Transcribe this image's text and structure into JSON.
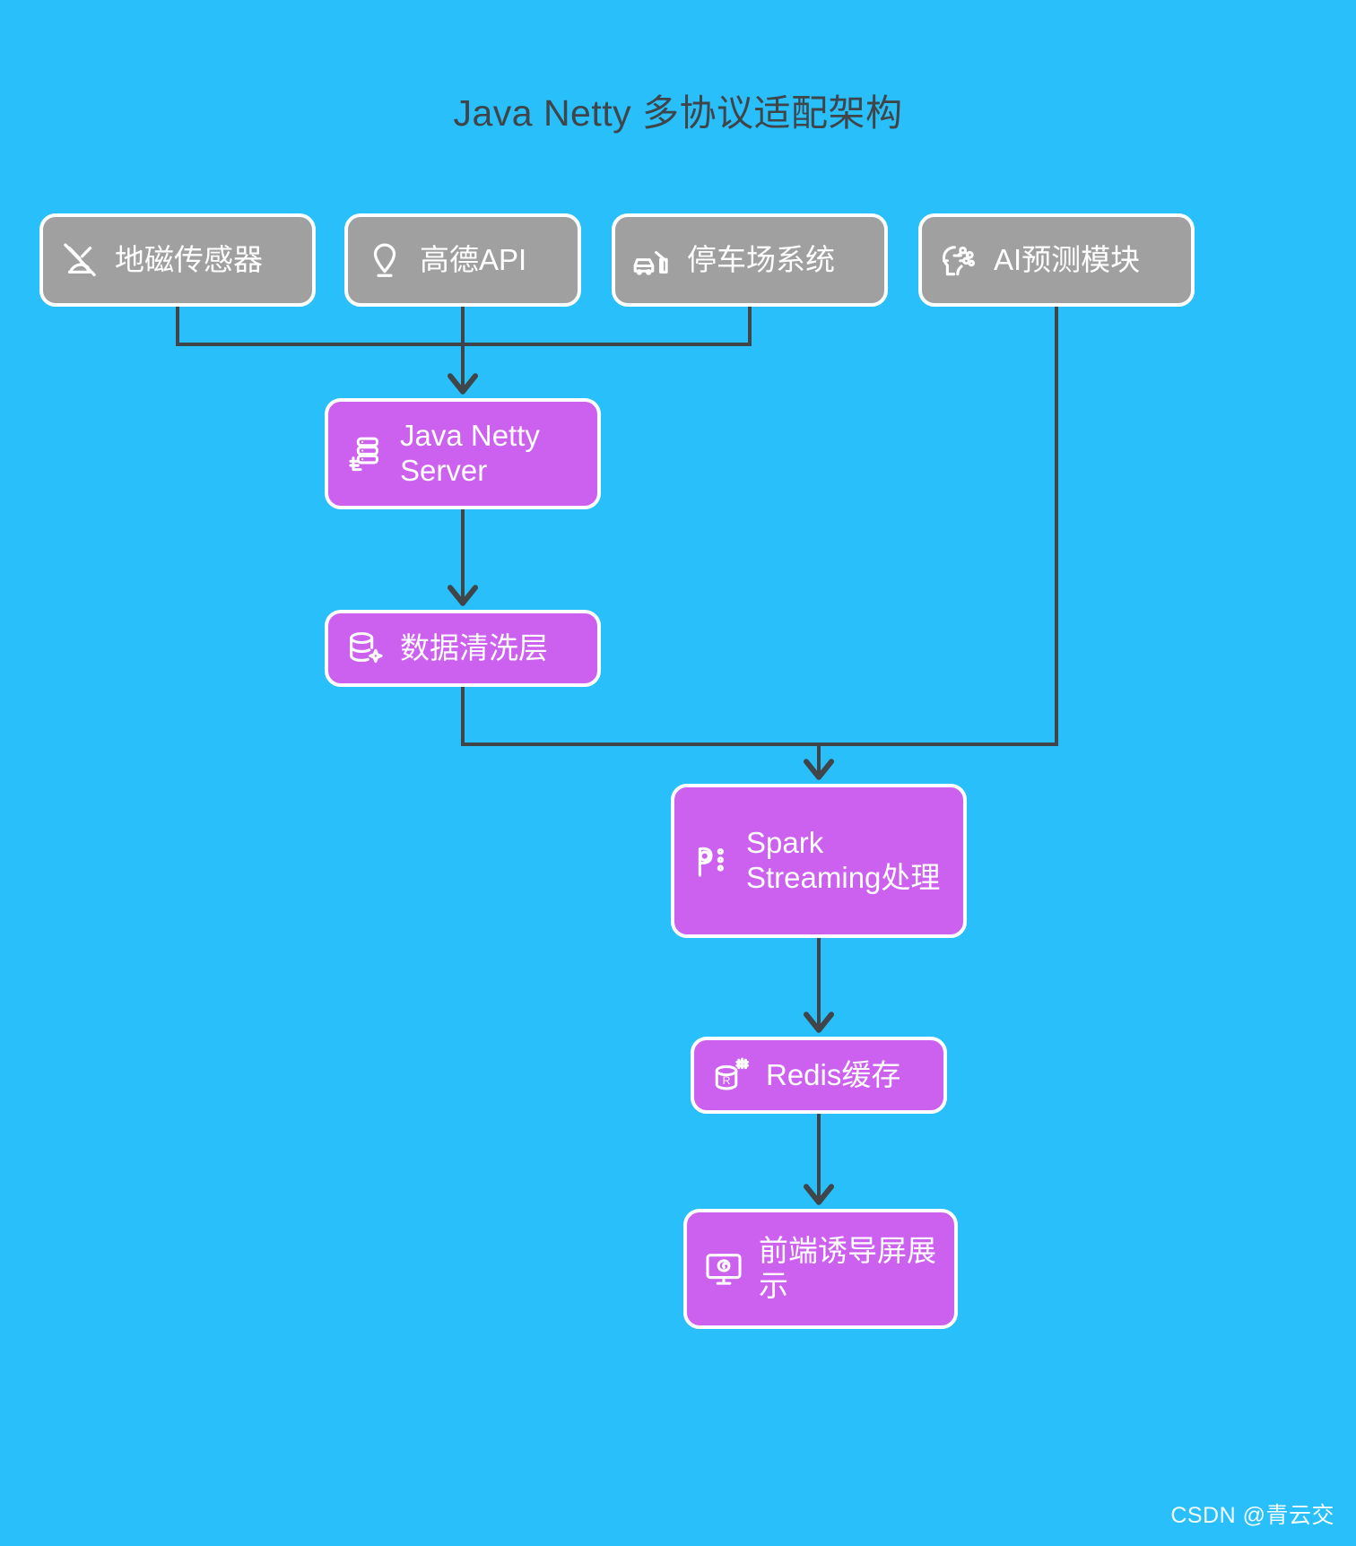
{
  "title": "Java Netty 多协议适配架构",
  "theme": {
    "background": "#29BFFA",
    "source_node_fill": "#a0a0a0",
    "process_node_fill": "#cd61ef",
    "node_border": "#ffffff",
    "node_text": "#ffffff",
    "title_text": "#3f4548",
    "edge_color": "#3f4548"
  },
  "diagram": {
    "type": "flowchart",
    "direction": "top-to-bottom",
    "nodes": [
      {
        "id": "geo",
        "label": "地磁传感器",
        "icon": "magnet-sensor-off-icon",
        "group": "source"
      },
      {
        "id": "amap",
        "label": "高德API",
        "icon": "map-pin-icon",
        "group": "source"
      },
      {
        "id": "lot",
        "label": "停车场系统",
        "icon": "car-barrier-icon",
        "group": "source"
      },
      {
        "id": "ai",
        "label": "AI预测模块",
        "icon": "ai-brain-chip-icon",
        "group": "source"
      },
      {
        "id": "netty",
        "label": "Java Netty Server",
        "icon": "server-rack-icon",
        "group": "process"
      },
      {
        "id": "clean",
        "label": "数据清洗层",
        "icon": "database-sparkle-icon",
        "group": "process"
      },
      {
        "id": "spark",
        "label": "Spark Streaming处理",
        "icon": "spark-stream-icon",
        "group": "process"
      },
      {
        "id": "redis",
        "label": "Redis缓存",
        "icon": "redis-cylinder-icon",
        "group": "process"
      },
      {
        "id": "screen",
        "label": "前端诱导屏展示",
        "icon": "monitor-display-icon",
        "group": "process"
      }
    ],
    "edges": [
      {
        "from": "geo",
        "to": "netty"
      },
      {
        "from": "amap",
        "to": "netty"
      },
      {
        "from": "lot",
        "to": "netty"
      },
      {
        "from": "netty",
        "to": "clean"
      },
      {
        "from": "clean",
        "to": "spark"
      },
      {
        "from": "ai",
        "to": "spark"
      },
      {
        "from": "spark",
        "to": "redis"
      },
      {
        "from": "redis",
        "to": "screen"
      }
    ]
  },
  "watermark": "CSDN @青云交"
}
